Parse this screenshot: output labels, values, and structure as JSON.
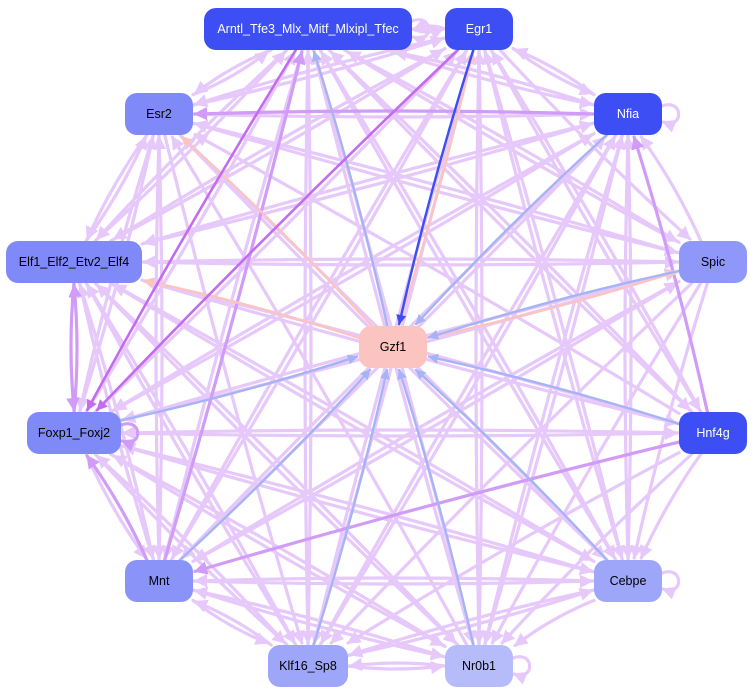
{
  "chart_data": {
    "type": "network",
    "title": "",
    "nodes": [
      {
        "id": "Arntl_Tfe3_Mlx_Mitf_Mlxipl_Tfec",
        "label": "Arntl_Tfe3_Mlx_Mitf_Mlxipl_Tfec",
        "fill": "#3d4ef5",
        "text_color": "#ffffff"
      },
      {
        "id": "Egr1",
        "label": "Egr1",
        "fill": "#3d4ef5",
        "text_color": "#ffffff"
      },
      {
        "id": "Esr2",
        "label": "Esr2",
        "fill": "#7f8af8",
        "text_color": "#000000"
      },
      {
        "id": "Nfia",
        "label": "Nfia",
        "fill": "#3d4ef5",
        "text_color": "#ffffff"
      },
      {
        "id": "Elf1_Elf2_Etv2_Elf4",
        "label": "Elf1_Elf2_Etv2_Elf4",
        "fill": "#7f8af8",
        "text_color": "#000000"
      },
      {
        "id": "Spic",
        "label": "Spic",
        "fill": "#8f98f8",
        "text_color": "#000000"
      },
      {
        "id": "Gzf1",
        "label": "Gzf1",
        "fill": "#fcc4c0",
        "text_color": "#000000"
      },
      {
        "id": "Foxp1_Foxj2",
        "label": "Foxp1_Foxj2",
        "fill": "#7f8af8",
        "text_color": "#000000"
      },
      {
        "id": "Hnf4g",
        "label": "Hnf4g",
        "fill": "#3d4ef5",
        "text_color": "#ffffff"
      },
      {
        "id": "Mnt",
        "label": "Mnt",
        "fill": "#8a93f8",
        "text_color": "#000000"
      },
      {
        "id": "Cebpe",
        "label": "Cebpe",
        "fill": "#9ea6f9",
        "text_color": "#000000"
      },
      {
        "id": "Klf16_Sp8",
        "label": "Klf16_Sp8",
        "fill": "#9ea6f9",
        "text_color": "#000000"
      },
      {
        "id": "Nr0b1",
        "label": "Nr0b1",
        "fill": "#b6bcfa",
        "text_color": "#000000"
      }
    ],
    "edge_colors": {
      "violet": "#e6c8fb",
      "violet_strong": "#d19cf7",
      "purple_bold": "#c46cf0",
      "blue_strong": "#3d4ef5",
      "blue_light": "#a6b4f5",
      "pink": "#fcc4c0"
    },
    "edges": [
      {
        "source": "Egr1",
        "target": "Gzf1",
        "color": "blue_strong"
      },
      {
        "source": "Nfia",
        "target": "Gzf1",
        "color": "blue_light"
      },
      {
        "source": "Hnf4g",
        "target": "Gzf1",
        "color": "blue_light"
      },
      {
        "source": "Mnt",
        "target": "Gzf1",
        "color": "blue_light"
      },
      {
        "source": "Cebpe",
        "target": "Gzf1",
        "color": "blue_light"
      },
      {
        "source": "Klf16_Sp8",
        "target": "Gzf1",
        "color": "blue_light"
      },
      {
        "source": "Nr0b1",
        "target": "Gzf1",
        "color": "blue_light"
      },
      {
        "source": "Foxp1_Foxj2",
        "target": "Gzf1",
        "color": "blue_light"
      },
      {
        "source": "Spic",
        "target": "Gzf1",
        "color": "blue_light"
      },
      {
        "source": "Gzf1",
        "target": "Arntl_Tfe3_Mlx_Mitf_Mlxipl_Tfec",
        "color": "blue_light"
      },
      {
        "source": "Gzf1",
        "target": "Esr2",
        "color": "pink"
      },
      {
        "source": "Gzf1",
        "target": "Egr1",
        "color": "pink"
      },
      {
        "source": "Gzf1",
        "target": "Elf1_Elf2_Etv2_Elf4",
        "color": "pink"
      },
      {
        "source": "Gzf1",
        "target": "Spic",
        "color": "pink"
      },
      {
        "source": "Gzf1",
        "target": "Arntl_Tfe3_Mlx_Mitf_Mlxipl_Tfec",
        "color": "pink"
      },
      {
        "source": "Egr1",
        "target": "Foxp1_Foxj2",
        "color": "purple_bold"
      },
      {
        "source": "Arntl_Tfe3_Mlx_Mitf_Mlxipl_Tfec",
        "target": "Foxp1_Foxj2",
        "color": "purple_bold"
      },
      {
        "source": "Hnf4g",
        "target": "Nfia",
        "color": "violet_strong"
      },
      {
        "source": "Foxp1_Foxj2",
        "target": "Elf1_Elf2_Etv2_Elf4",
        "color": "violet_strong"
      },
      {
        "source": "Elf1_Elf2_Etv2_Elf4",
        "target": "Foxp1_Foxj2",
        "color": "violet_strong"
      },
      {
        "source": "Mnt",
        "target": "Foxp1_Foxj2",
        "color": "violet_strong"
      },
      {
        "source": "Hnf4g",
        "target": "Mnt",
        "color": "violet_strong"
      },
      {
        "source": "Nfia",
        "target": "Esr2",
        "color": "violet_strong"
      },
      {
        "source": "Mnt",
        "target": "Arntl_Tfe3_Mlx_Mitf_Mlxipl_Tfec",
        "color": "violet_strong"
      },
      {
        "source": "Arntl_Tfe3_Mlx_Mitf_Mlxipl_Tfec",
        "target": "Egr1",
        "color": "violet"
      },
      {
        "source": "Egr1",
        "target": "Arntl_Tfe3_Mlx_Mitf_Mlxipl_Tfec",
        "color": "violet"
      },
      {
        "source": "Arntl_Tfe3_Mlx_Mitf_Mlxipl_Tfec",
        "target": "Arntl_Tfe3_Mlx_Mitf_Mlxipl_Tfec",
        "color": "violet"
      },
      {
        "source": "Nfia",
        "target": "Nfia",
        "color": "violet"
      },
      {
        "source": "Foxp1_Foxj2",
        "target": "Foxp1_Foxj2",
        "color": "violet_strong"
      },
      {
        "source": "Cebpe",
        "target": "Cebpe",
        "color": "violet"
      },
      {
        "source": "Nr0b1",
        "target": "Nr0b1",
        "color": "violet"
      },
      {
        "source": "Esr2",
        "target": "Arntl_Tfe3_Mlx_Mitf_Mlxipl_Tfec",
        "color": "violet"
      },
      {
        "source": "Esr2",
        "target": "Egr1",
        "color": "violet"
      },
      {
        "source": "Esr2",
        "target": "Nfia",
        "color": "violet"
      },
      {
        "source": "Esr2",
        "target": "Elf1_Elf2_Etv2_Elf4",
        "color": "violet"
      },
      {
        "source": "Esr2",
        "target": "Foxp1_Foxj2",
        "color": "violet"
      },
      {
        "source": "Esr2",
        "target": "Mnt",
        "color": "violet"
      },
      {
        "source": "Esr2",
        "target": "Klf16_Sp8",
        "color": "violet"
      },
      {
        "source": "Esr2",
        "target": "Cebpe",
        "color": "violet"
      },
      {
        "source": "Esr2",
        "target": "Spic",
        "color": "violet"
      },
      {
        "source": "Egr1",
        "target": "Nfia",
        "color": "violet"
      },
      {
        "source": "Egr1",
        "target": "Esr2",
        "color": "violet"
      },
      {
        "source": "Egr1",
        "target": "Elf1_Elf2_Etv2_Elf4",
        "color": "violet"
      },
      {
        "source": "Egr1",
        "target": "Mnt",
        "color": "violet"
      },
      {
        "source": "Egr1",
        "target": "Klf16_Sp8",
        "color": "violet"
      },
      {
        "source": "Egr1",
        "target": "Nr0b1",
        "color": "violet"
      },
      {
        "source": "Egr1",
        "target": "Cebpe",
        "color": "violet"
      },
      {
        "source": "Egr1",
        "target": "Hnf4g",
        "color": "violet"
      },
      {
        "source": "Egr1",
        "target": "Spic",
        "color": "violet"
      },
      {
        "source": "Nfia",
        "target": "Egr1",
        "color": "violet"
      },
      {
        "source": "Nfia",
        "target": "Arntl_Tfe3_Mlx_Mitf_Mlxipl_Tfec",
        "color": "violet"
      },
      {
        "source": "Nfia",
        "target": "Elf1_Elf2_Etv2_Elf4",
        "color": "violet"
      },
      {
        "source": "Nfia",
        "target": "Foxp1_Foxj2",
        "color": "violet"
      },
      {
        "source": "Nfia",
        "target": "Mnt",
        "color": "violet"
      },
      {
        "source": "Nfia",
        "target": "Klf16_Sp8",
        "color": "violet"
      },
      {
        "source": "Nfia",
        "target": "Nr0b1",
        "color": "violet"
      },
      {
        "source": "Nfia",
        "target": "Cebpe",
        "color": "violet"
      },
      {
        "source": "Spic",
        "target": "Arntl_Tfe3_Mlx_Mitf_Mlxipl_Tfec",
        "color": "violet"
      },
      {
        "source": "Spic",
        "target": "Esr2",
        "color": "violet"
      },
      {
        "source": "Spic",
        "target": "Nfia",
        "color": "violet"
      },
      {
        "source": "Spic",
        "target": "Elf1_Elf2_Etv2_Elf4",
        "color": "violet"
      },
      {
        "source": "Spic",
        "target": "Foxp1_Foxj2",
        "color": "violet"
      },
      {
        "source": "Spic",
        "target": "Mnt",
        "color": "violet"
      },
      {
        "source": "Spic",
        "target": "Klf16_Sp8",
        "color": "violet"
      },
      {
        "source": "Spic",
        "target": "Nr0b1",
        "color": "violet"
      },
      {
        "source": "Spic",
        "target": "Cebpe",
        "color": "violet"
      },
      {
        "source": "Hnf4g",
        "target": "Arntl_Tfe3_Mlx_Mitf_Mlxipl_Tfec",
        "color": "violet"
      },
      {
        "source": "Hnf4g",
        "target": "Esr2",
        "color": "violet"
      },
      {
        "source": "Hnf4g",
        "target": "Elf1_Elf2_Etv2_Elf4",
        "color": "violet"
      },
      {
        "source": "Hnf4g",
        "target": "Foxp1_Foxj2",
        "color": "violet"
      },
      {
        "source": "Hnf4g",
        "target": "Klf16_Sp8",
        "color": "violet"
      },
      {
        "source": "Hnf4g",
        "target": "Nr0b1",
        "color": "violet"
      },
      {
        "source": "Hnf4g",
        "target": "Cebpe",
        "color": "violet"
      },
      {
        "source": "Hnf4g",
        "target": "Egr1",
        "color": "violet"
      },
      {
        "source": "Cebpe",
        "target": "Arntl_Tfe3_Mlx_Mitf_Mlxipl_Tfec",
        "color": "violet"
      },
      {
        "source": "Cebpe",
        "target": "Egr1",
        "color": "violet"
      },
      {
        "source": "Cebpe",
        "target": "Esr2",
        "color": "violet"
      },
      {
        "source": "Cebpe",
        "target": "Nfia",
        "color": "violet"
      },
      {
        "source": "Cebpe",
        "target": "Elf1_Elf2_Etv2_Elf4",
        "color": "violet"
      },
      {
        "source": "Cebpe",
        "target": "Foxp1_Foxj2",
        "color": "violet"
      },
      {
        "source": "Cebpe",
        "target": "Mnt",
        "color": "violet"
      },
      {
        "source": "Cebpe",
        "target": "Klf16_Sp8",
        "color": "violet"
      },
      {
        "source": "Cebpe",
        "target": "Nr0b1",
        "color": "violet"
      },
      {
        "source": "Nr0b1",
        "target": "Arntl_Tfe3_Mlx_Mitf_Mlxipl_Tfec",
        "color": "violet"
      },
      {
        "source": "Nr0b1",
        "target": "Egr1",
        "color": "violet"
      },
      {
        "source": "Nr0b1",
        "target": "Esr2",
        "color": "violet"
      },
      {
        "source": "Nr0b1",
        "target": "Nfia",
        "color": "violet"
      },
      {
        "source": "Nr0b1",
        "target": "Elf1_Elf2_Etv2_Elf4",
        "color": "violet"
      },
      {
        "source": "Nr0b1",
        "target": "Foxp1_Foxj2",
        "color": "violet"
      },
      {
        "source": "Nr0b1",
        "target": "Mnt",
        "color": "violet"
      },
      {
        "source": "Nr0b1",
        "target": "Klf16_Sp8",
        "color": "violet"
      },
      {
        "source": "Klf16_Sp8",
        "target": "Arntl_Tfe3_Mlx_Mitf_Mlxipl_Tfec",
        "color": "violet"
      },
      {
        "source": "Klf16_Sp8",
        "target": "Egr1",
        "color": "violet"
      },
      {
        "source": "Klf16_Sp8",
        "target": "Nfia",
        "color": "violet"
      },
      {
        "source": "Klf16_Sp8",
        "target": "Elf1_Elf2_Etv2_Elf4",
        "color": "violet"
      },
      {
        "source": "Klf16_Sp8",
        "target": "Foxp1_Foxj2",
        "color": "violet"
      },
      {
        "source": "Klf16_Sp8",
        "target": "Mnt",
        "color": "violet"
      },
      {
        "source": "Klf16_Sp8",
        "target": "Nr0b1",
        "color": "violet"
      },
      {
        "source": "Klf16_Sp8",
        "target": "Cebpe",
        "color": "violet"
      },
      {
        "source": "Mnt",
        "target": "Egr1",
        "color": "violet"
      },
      {
        "source": "Mnt",
        "target": "Esr2",
        "color": "violet"
      },
      {
        "source": "Mnt",
        "target": "Nfia",
        "color": "violet"
      },
      {
        "source": "Mnt",
        "target": "Elf1_Elf2_Etv2_Elf4",
        "color": "violet"
      },
      {
        "source": "Mnt",
        "target": "Klf16_Sp8",
        "color": "violet"
      },
      {
        "source": "Mnt",
        "target": "Nr0b1",
        "color": "violet"
      },
      {
        "source": "Mnt",
        "target": "Cebpe",
        "color": "violet"
      },
      {
        "source": "Mnt",
        "target": "Spic",
        "color": "violet"
      },
      {
        "source": "Foxp1_Foxj2",
        "target": "Arntl_Tfe3_Mlx_Mitf_Mlxipl_Tfec",
        "color": "violet"
      },
      {
        "source": "Foxp1_Foxj2",
        "target": "Egr1",
        "color": "violet"
      },
      {
        "source": "Foxp1_Foxj2",
        "target": "Esr2",
        "color": "violet"
      },
      {
        "source": "Foxp1_Foxj2",
        "target": "Nfia",
        "color": "violet"
      },
      {
        "source": "Foxp1_Foxj2",
        "target": "Mnt",
        "color": "violet"
      },
      {
        "source": "Foxp1_Foxj2",
        "target": "Klf16_Sp8",
        "color": "violet"
      },
      {
        "source": "Foxp1_Foxj2",
        "target": "Nr0b1",
        "color": "violet"
      },
      {
        "source": "Foxp1_Foxj2",
        "target": "Cebpe",
        "color": "violet"
      },
      {
        "source": "Foxp1_Foxj2",
        "target": "Spic",
        "color": "violet"
      },
      {
        "source": "Foxp1_Foxj2",
        "target": "Hnf4g",
        "color": "violet"
      },
      {
        "source": "Elf1_Elf2_Etv2_Elf4",
        "target": "Arntl_Tfe3_Mlx_Mitf_Mlxipl_Tfec",
        "color": "violet"
      },
      {
        "source": "Elf1_Elf2_Etv2_Elf4",
        "target": "Egr1",
        "color": "violet"
      },
      {
        "source": "Elf1_Elf2_Etv2_Elf4",
        "target": "Esr2",
        "color": "violet"
      },
      {
        "source": "Elf1_Elf2_Etv2_Elf4",
        "target": "Nfia",
        "color": "violet"
      },
      {
        "source": "Elf1_Elf2_Etv2_Elf4",
        "target": "Mnt",
        "color": "violet"
      },
      {
        "source": "Elf1_Elf2_Etv2_Elf4",
        "target": "Klf16_Sp8",
        "color": "violet"
      },
      {
        "source": "Elf1_Elf2_Etv2_Elf4",
        "target": "Nr0b1",
        "color": "violet"
      },
      {
        "source": "Elf1_Elf2_Etv2_Elf4",
        "target": "Cebpe",
        "color": "violet"
      },
      {
        "source": "Elf1_Elf2_Etv2_Elf4",
        "target": "Spic",
        "color": "violet"
      },
      {
        "source": "Elf1_Elf2_Etv2_Elf4",
        "target": "Hnf4g",
        "color": "violet"
      },
      {
        "source": "Arntl_Tfe3_Mlx_Mitf_Mlxipl_Tfec",
        "target": "Esr2",
        "color": "violet"
      },
      {
        "source": "Arntl_Tfe3_Mlx_Mitf_Mlxipl_Tfec",
        "target": "Nfia",
        "color": "violet"
      },
      {
        "source": "Arntl_Tfe3_Mlx_Mitf_Mlxipl_Tfec",
        "target": "Elf1_Elf2_Etv2_Elf4",
        "color": "violet"
      },
      {
        "source": "Arntl_Tfe3_Mlx_Mitf_Mlxipl_Tfec",
        "target": "Mnt",
        "color": "violet"
      },
      {
        "source": "Arntl_Tfe3_Mlx_Mitf_Mlxipl_Tfec",
        "target": "Klf16_Sp8",
        "color": "violet"
      },
      {
        "source": "Arntl_Tfe3_Mlx_Mitf_Mlxipl_Tfec",
        "target": "Nr0b1",
        "color": "violet"
      },
      {
        "source": "Arntl_Tfe3_Mlx_Mitf_Mlxipl_Tfec",
        "target": "Cebpe",
        "color": "violet"
      },
      {
        "source": "Arntl_Tfe3_Mlx_Mitf_Mlxipl_Tfec",
        "target": "Spic",
        "color": "violet"
      },
      {
        "source": "Arntl_Tfe3_Mlx_Mitf_Mlxipl_Tfec",
        "target": "Hnf4g",
        "color": "violet"
      }
    ]
  }
}
